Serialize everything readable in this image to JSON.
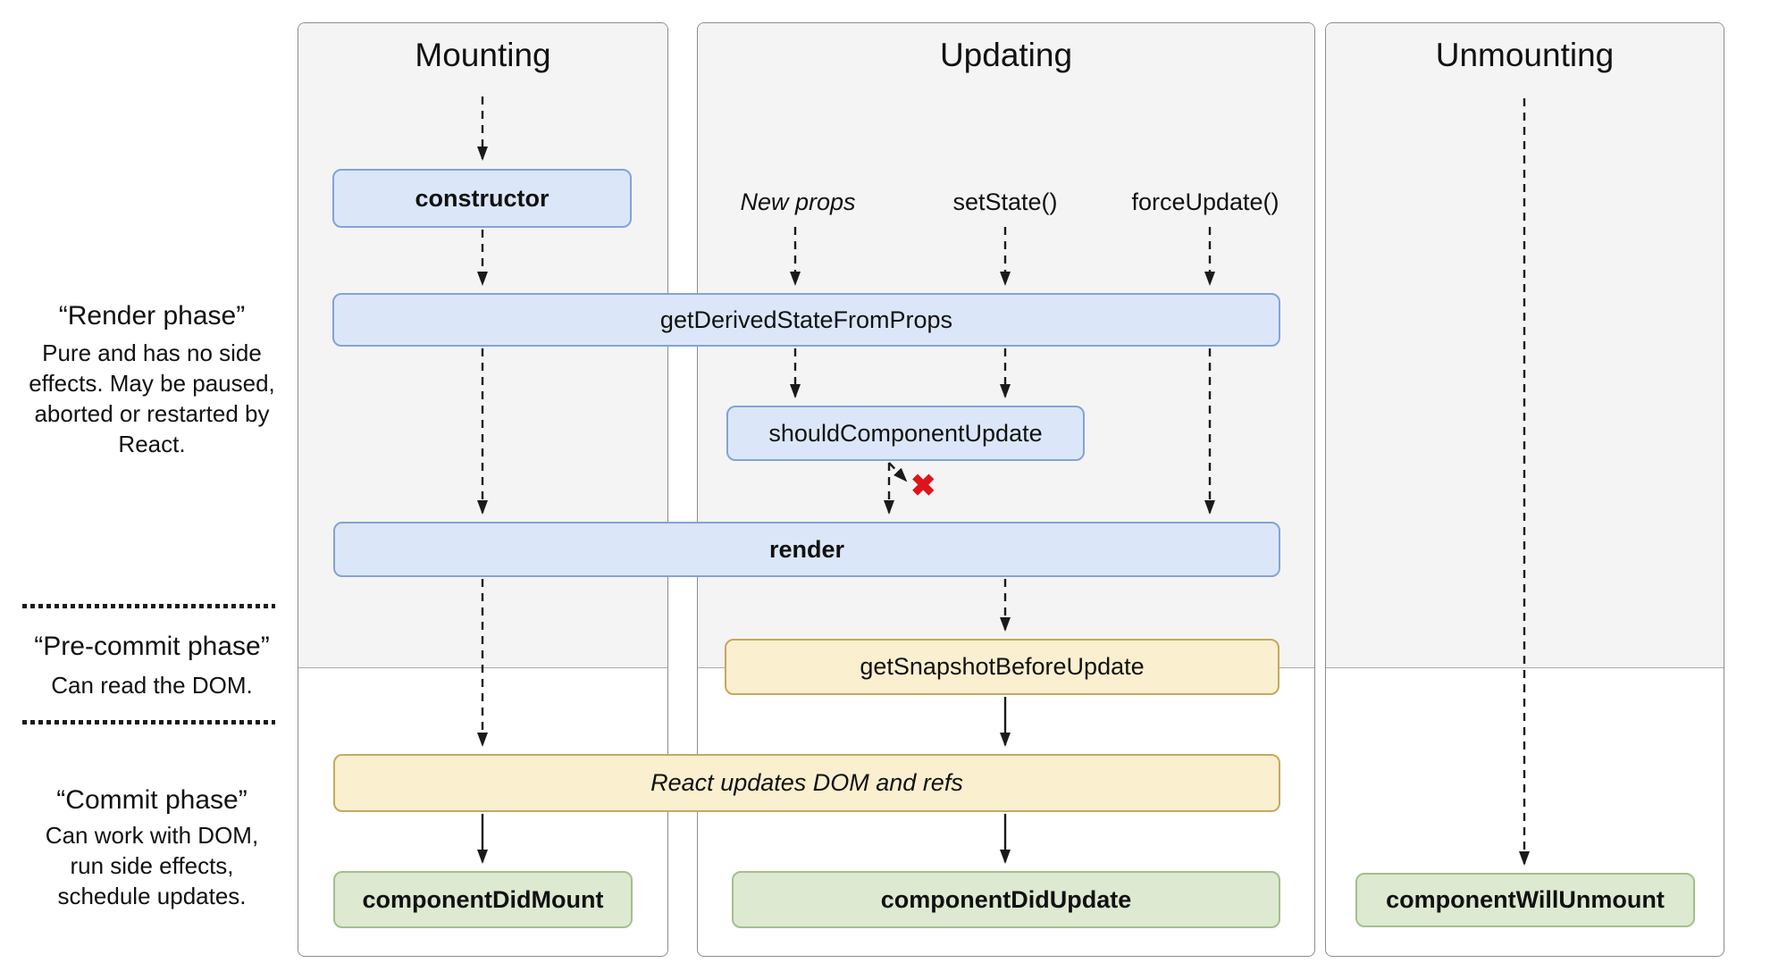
{
  "columns": [
    {
      "title": "Mounting"
    },
    {
      "title": "Updating"
    },
    {
      "title": "Unmounting"
    }
  ],
  "side_phases": [
    {
      "title": "“Render phase”",
      "description": "Pure and has no side effects. May be paused, aborted or restarted by React."
    },
    {
      "title": "“Pre-commit phase”",
      "description": "Can read the DOM."
    },
    {
      "title": "“Commit phase”",
      "description": "Can work with DOM, run side effects, schedule updates."
    }
  ],
  "triggers": [
    {
      "label": "New props"
    },
    {
      "label": "setState()"
    },
    {
      "label": "forceUpdate()"
    }
  ],
  "nodes": {
    "constructor": "constructor",
    "get_derived_state_from_props": "getDerivedStateFromProps",
    "should_component_update": "shouldComponentUpdate",
    "render": "render",
    "get_snapshot_before_update": "getSnapshotBeforeUpdate",
    "react_updates_dom": "React updates DOM and refs",
    "component_did_mount": "componentDidMount",
    "component_did_update": "componentDidUpdate",
    "component_will_unmount": "componentWillUnmount"
  },
  "icons": {
    "abort_x": "✖"
  },
  "colors": {
    "box_blue_fill": "#dbe7f8",
    "box_blue_border": "#84a3d6",
    "box_yellow_fill": "#faf0cf",
    "box_yellow_border": "#c4a95e",
    "box_green_fill": "#dde9d0",
    "box_green_border": "#a3bf8e",
    "panel_fill": "#f4f4f4",
    "panel_border": "#8c8c8c",
    "arrow": "#1a1a1a",
    "abort_red": "#e0131b",
    "text": "#111111"
  }
}
